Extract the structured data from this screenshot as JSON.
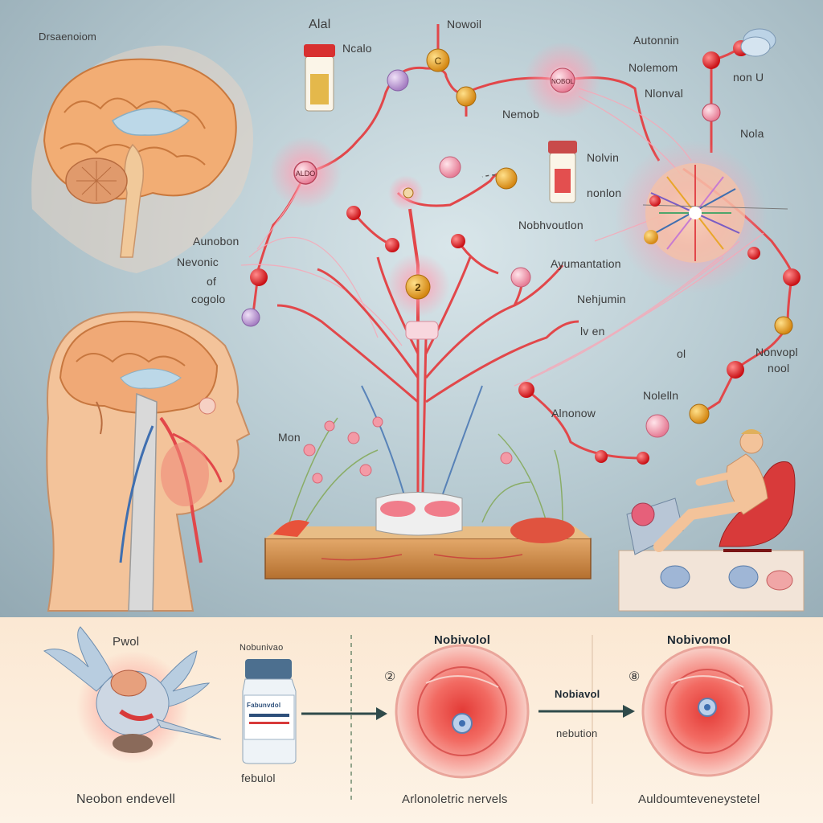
{
  "colors": {
    "nerve_red": "#e2474a",
    "node_red": "#e01f1f",
    "node_gold": "#e9a62a",
    "node_purple": "#c7a2d8",
    "brain": "#f0b07a",
    "skin": "#f3c39a",
    "bottom_bg": "#fbe8d3",
    "arrow": "#2f4a4a"
  },
  "top_labels": {
    "brain_title": "Drsaenoiom",
    "alal": "Alal",
    "ncalo": "Ncalo",
    "nowoil": "Nowoil",
    "autonnin": "Autonnin",
    "nolemom": "Nolemom",
    "nonu": "non U",
    "nlonval": "Nlonval",
    "nemob": "Nemob",
    "nola": "Nola",
    "nolvin": "Nolvin",
    "nonlon": "nonlon",
    "nobhvoutlon": "Nobhvoutlon",
    "aunobon": "Aunobon",
    "nevonic": "Nevonic",
    "of": "of",
    "cogolo": "cogolo",
    "ayumantation": "Ayumantation",
    "nenjumin": "Nehjumin",
    "ivon": "lv en",
    "nonvopl": "Nonvopl",
    "nool": "nool",
    "ol": "ol",
    "nolelln": "Nolelln",
    "alnonow": "Alnonow",
    "mon": "Mon",
    "node_aldo": "ALDO",
    "node_nobol": "NOBOL",
    "node_c": "C",
    "node_2": "2"
  },
  "bottom_labels": {
    "pwol": "Pwol",
    "vial_label": "Nobunivao",
    "vial_text": "Fabunvdol",
    "febulol": "febulol",
    "neobon": "Neobon endevell",
    "nobivolol": "Nobivolol",
    "step2": "②",
    "arnonolo": "Arlonoletric nervels",
    "nobibavol": "Nobiavol",
    "nebution": "nebution",
    "nobivomol": "Nobivomol",
    "step8": "⑧",
    "auldoum": "Auldoumteveneystetel"
  }
}
